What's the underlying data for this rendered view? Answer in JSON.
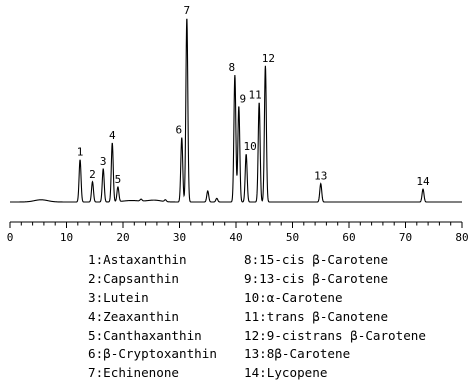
{
  "chart_data": {
    "type": "line",
    "title": "",
    "xlabel": "",
    "ylabel": "",
    "xlim": [
      0,
      80
    ],
    "x_ticks": [
      0,
      10,
      20,
      30,
      40,
      50,
      60,
      70,
      80
    ],
    "grid": false,
    "y_axis_shown": false,
    "series": [
      {
        "peaks": [
          {
            "label": "1",
            "x": 12.4,
            "height": 0.23
          },
          {
            "label": "2",
            "x": 14.6,
            "height": 0.11
          },
          {
            "label": "3",
            "x": 16.5,
            "height": 0.18
          },
          {
            "label": "4",
            "x": 18.1,
            "height": 0.32
          },
          {
            "label": "5",
            "x": 19.1,
            "height": 0.08
          },
          {
            "label": "6",
            "x": 30.4,
            "height": 0.35
          },
          {
            "label": "7",
            "x": 31.3,
            "height": 1.0
          },
          {
            "label": "8",
            "x": 39.8,
            "height": 0.69
          },
          {
            "label": "9",
            "x": 40.5,
            "height": 0.52
          },
          {
            "label": "10",
            "x": 41.8,
            "height": 0.26
          },
          {
            "label": "11",
            "x": 44.1,
            "height": 0.54
          },
          {
            "label": "12",
            "x": 45.2,
            "height": 0.74
          },
          {
            "label": "13",
            "x": 55.0,
            "height": 0.1
          },
          {
            "label": "14",
            "x": 73.1,
            "height": 0.07
          }
        ],
        "minor_peaks": [
          {
            "x": 35.0,
            "height": 0.06
          },
          {
            "x": 36.6,
            "height": 0.02
          },
          {
            "x": 23.2,
            "height": 0.01
          },
          {
            "x": 27.5,
            "height": 0.01
          }
        ]
      }
    ]
  },
  "legend": {
    "left": [
      "1:Astaxanthin",
      "2:Capsanthin",
      "3:Lutein",
      "4:Zeaxanthin",
      "5:Canthaxanthin",
      "6:β-Cryptoxanthin",
      "7:Echinenone"
    ],
    "right": [
      "8:15-cis β-Carotene",
      "9:13-cis β-Carotene",
      "10:α-Carotene",
      "11:trans β-Canotene",
      "12:9-cistrans β-Carotene",
      "13:8β-Carotene",
      "14:Lycopene"
    ]
  }
}
